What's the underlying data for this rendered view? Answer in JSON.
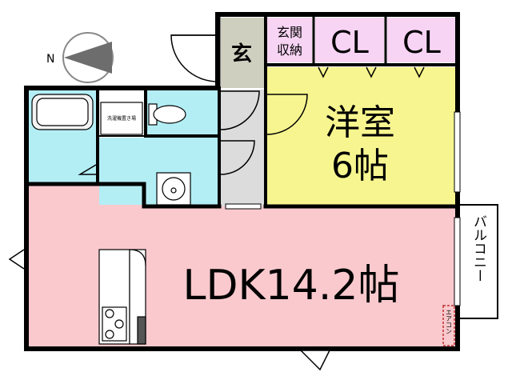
{
  "compass": {
    "label": "N"
  },
  "rooms": {
    "genkan": {
      "label": "玄"
    },
    "genkan_storage": {
      "line1": "玄関",
      "line2": "収納"
    },
    "closet_1": {
      "label": "CL"
    },
    "closet_2": {
      "label": "CL"
    },
    "western_room": {
      "line1": "洋室",
      "line2": "6帖"
    },
    "ldk": {
      "label": "LDK14.2帖"
    },
    "laundry": {
      "label": "洗濯機置き場"
    },
    "balcony": {
      "label": "バルコニー"
    },
    "aircon": {
      "label": "エアコン"
    }
  },
  "colors": {
    "wall": "#000000",
    "ldk": "#f9c9cd",
    "western_room": "#f7f58f",
    "wet_area": "#b3eef5",
    "hallway": "#dcdcdc",
    "genkan": "#cfcfc0",
    "closet": "#f8d4f4",
    "balcony": "#ffffff"
  }
}
